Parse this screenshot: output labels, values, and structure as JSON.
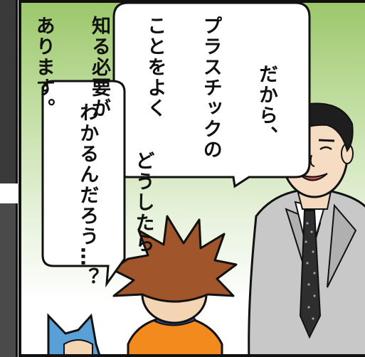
{
  "speech_bubbles": [
    {
      "speaker": "man",
      "lines": [
        "だから、",
        "プラスチックの",
        "ことをよく",
        "知る必要が",
        "あります。"
      ]
    },
    {
      "speaker": "boy",
      "lines": [
        "どうしたら",
        "わかるんだろう…？"
      ]
    }
  ],
  "colors": {
    "sky_top": "#9cc86b",
    "sky_bottom": "#ffffff",
    "suit": "#c8c8c8",
    "tie": "#2e2e2e",
    "boy_hair": "#a0552a",
    "boy_shirt": "#f28a1e",
    "cat_hat": "#5aa0d8"
  }
}
